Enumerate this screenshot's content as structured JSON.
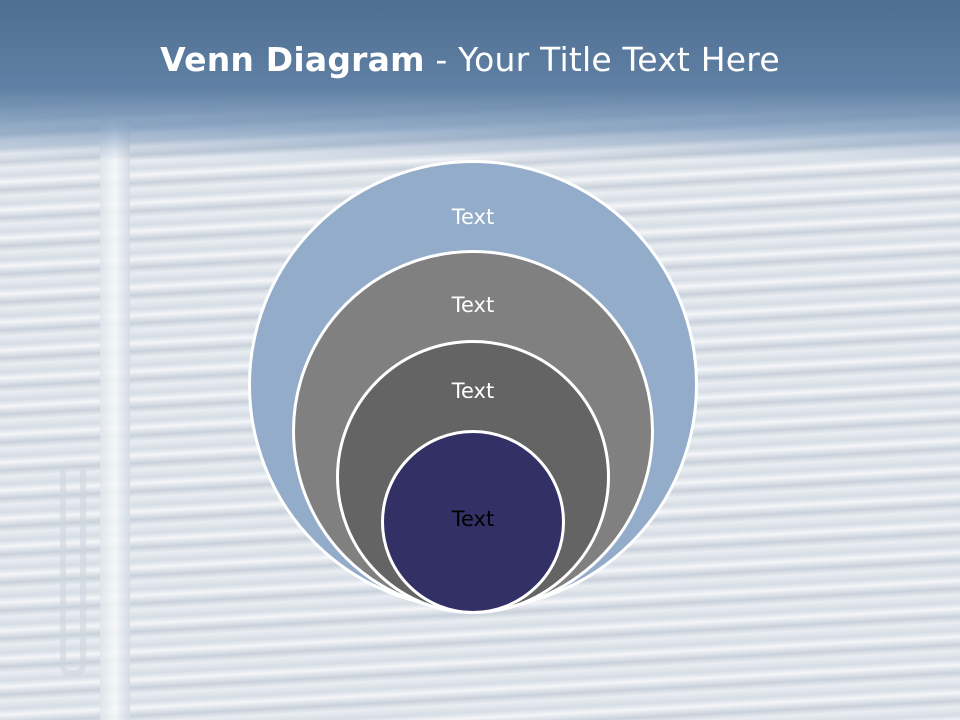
{
  "title": {
    "bold": "Venn Diagram",
    "rest": " - Your Title Text Here"
  },
  "diagram": {
    "circles": [
      {
        "label": "Text",
        "color": "#92acc9"
      },
      {
        "label": "Text",
        "color": "#808080"
      },
      {
        "label": "Text",
        "color": "#646464"
      },
      {
        "label": "Text",
        "color": "#333066"
      }
    ]
  }
}
